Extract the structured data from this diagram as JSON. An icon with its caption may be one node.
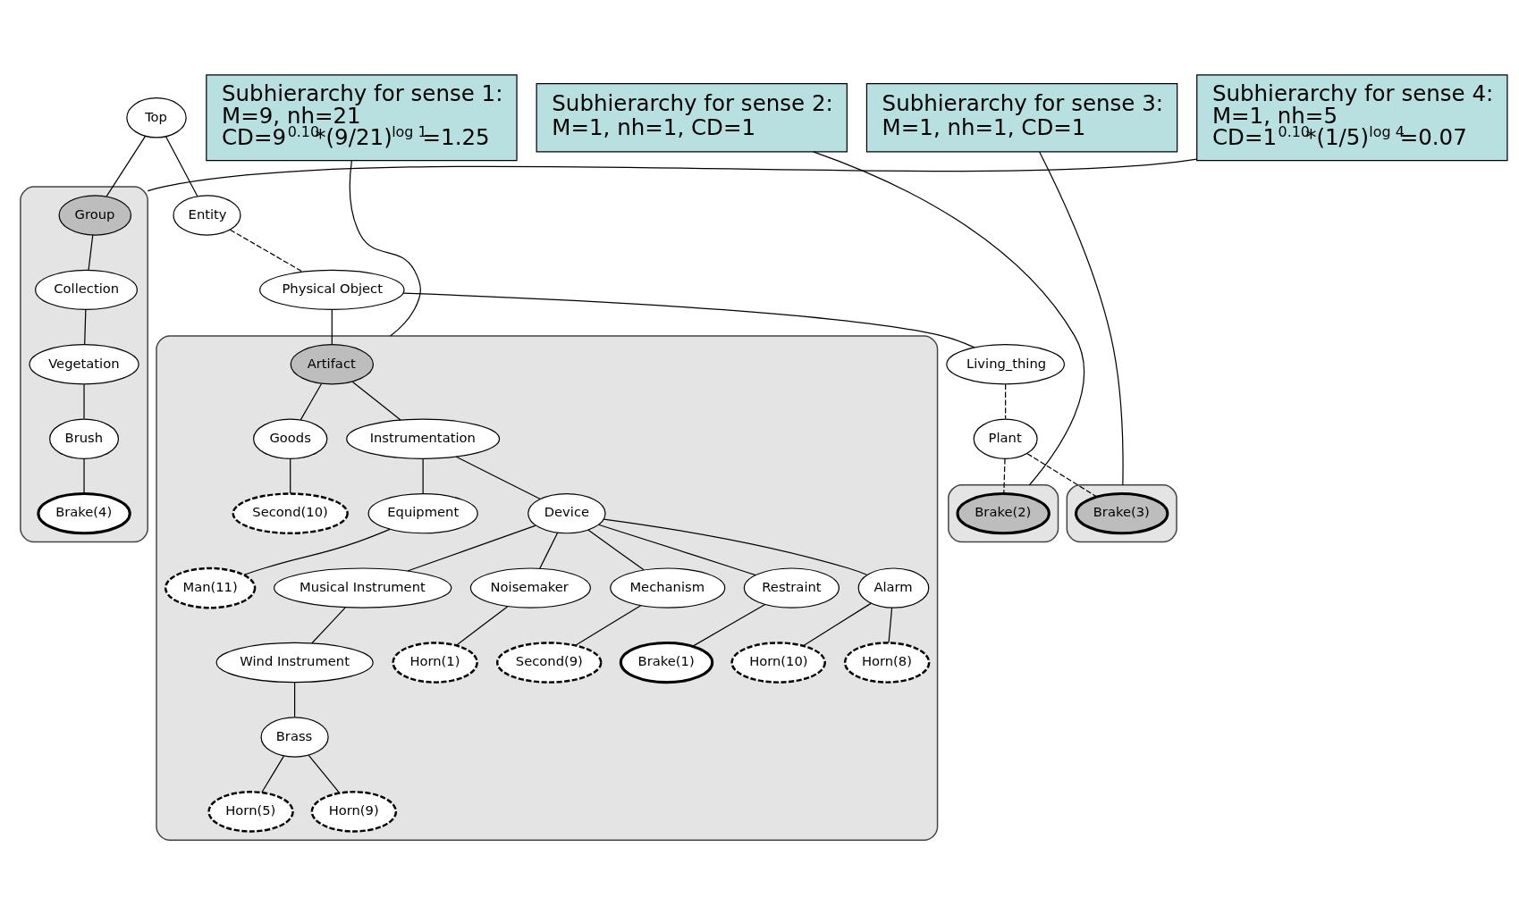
{
  "diagram": {
    "nodes": [
      {
        "text": [
          "Top"
        ]
      },
      {
        "text": [
          "Entity"
        ]
      },
      {
        "text": [],
        "shape": "cloud"
      },
      {
        "text": [
          "Group"
        ],
        "in": 2
      },
      {
        "text": [
          "Collection"
        ],
        "in": 2
      },
      {
        "text": [
          "Physical Object"
        ]
      },
      {
        "text": [
          "Vegetation"
        ],
        "in": 2
      },
      {
        "text": [
          "Subhierarchy for sense 4:",
          "M=1, nh=5",
          "CD=1$^{0.10}$*(1/5)$^{log 4}$=0.07"
        ]
      },
      {
        "text": [],
        "shape": "cloud"
      },
      {
        "text": [
          "Artifact"
        ],
        "in": 8
      },
      {
        "text": [
          "Living_thing"
        ]
      },
      {
        "text": [
          "Brush"
        ],
        "in": 2
      },
      {
        "text": [
          "Plant"
        ]
      },
      {
        "text": [
          "Goods"
        ],
        "in": 8
      },
      {
        "text": [
          "Brake(4)"
        ],
        "in": 2
      },
      {
        "text": [
          "Instrumentation"
        ],
        "in": 8
      },
      {
        "text": [],
        "shape": "cloud"
      },
      {
        "text": [
          "Brake(2)"
        ],
        "in": 16
      },
      {
        "text": [],
        "shape": "cloud"
      },
      {
        "text": [
          "Brake(3)"
        ],
        "in": 18
      },
      {
        "text": [
          "Subhierarchy for sense 3:",
          "M=1, nh=1, CD=1"
        ]
      },
      {
        "text": [
          "Equipment"
        ],
        "in": 8
      },
      {
        "text": [
          "Device"
        ],
        "in": 8
      },
      {
        "text": [
          "Second(10)"
        ],
        "in": 8
      },
      {
        "text": [
          "Man(11)"
        ],
        "in": 8
      },
      {
        "text": [
          "Musical Instrument"
        ],
        "in": 8
      },
      {
        "text": [
          "Noisemaker"
        ],
        "in": 8
      },
      {
        "text": [
          "Mechanism"
        ],
        "in": 8
      },
      {
        "text": [
          "Subhierarchy for sense 2:",
          "M=1, nh=1, CD=1"
        ]
      },
      {
        "text": [
          "Restraint"
        ],
        "in": 8
      },
      {
        "text": [
          "Alarm"
        ],
        "in": 8
      },
      {
        "text": [
          "Wind Instrument"
        ],
        "in": 8
      },
      {
        "text": [
          "Second(9)"
        ],
        "in": 8
      },
      {
        "text": [
          "Brake(1)"
        ],
        "in": 8
      },
      {
        "text": [
          "Horn(1)"
        ],
        "in": 8
      },
      {
        "text": [
          "Horn(10)"
        ],
        "in": 8
      },
      {
        "text": [
          "Subhierarchy for sense 1:",
          "M=9, nh=21",
          "CD=9$^{0.10}$*(9/21)$^{log 1}$=1.25"
        ]
      },
      {
        "text": [
          "Horn(8)"
        ],
        "in": 8
      },
      {
        "text": [
          "Brass"
        ],
        "in": 8
      },
      {
        "text": [
          "Horn(5)"
        ],
        "in": 8
      },
      {
        "text": [
          "Horn(9)"
        ],
        "in": 8
      }
    ],
    "edges": [
      {
        "from": 0,
        "to": 1,
        "arrow": "none"
      },
      {
        "from": 0,
        "to": 3,
        "arrow": "none"
      },
      {
        "from": 1,
        "to": 5,
        "arrow": "none",
        "style": "dashed"
      },
      {
        "from": 3,
        "to": 4,
        "arrow": "none"
      },
      {
        "from": 4,
        "to": 6,
        "arrow": "none"
      },
      {
        "from": 6,
        "to": 11,
        "arrow": "none"
      },
      {
        "from": 11,
        "to": 14,
        "arrow": "none"
      },
      {
        "from": 5,
        "to": 9,
        "arrow": "none"
      },
      {
        "from": 5,
        "to": 10,
        "arrow": "none"
      },
      {
        "from": 10,
        "to": 12,
        "arrow": "none",
        "style": "dashed"
      },
      {
        "from": 12,
        "to": 17,
        "arrow": "none",
        "style": "dashed"
      },
      {
        "from": 12,
        "to": 19,
        "arrow": "none",
        "style": "dashed"
      },
      {
        "from": 9,
        "to": 15,
        "arrow": "none"
      },
      {
        "from": 9,
        "to": 13,
        "arrow": "none"
      },
      {
        "from": 13,
        "to": 23,
        "arrow": "none"
      },
      {
        "from": 15,
        "to": 21,
        "arrow": "none"
      },
      {
        "from": 15,
        "to": 22,
        "arrow": "none"
      },
      {
        "from": 21,
        "to": 24,
        "arrow": "none"
      },
      {
        "from": 22,
        "to": 29,
        "arrow": "none"
      },
      {
        "from": 22,
        "to": 27,
        "arrow": "none"
      },
      {
        "from": 22,
        "to": 30,
        "arrow": "none"
      },
      {
        "from": 22,
        "to": 25,
        "arrow": "none"
      },
      {
        "from": 22,
        "to": 26,
        "arrow": "none"
      },
      {
        "from": 29,
        "to": 33,
        "arrow": "none"
      },
      {
        "from": 27,
        "to": 32,
        "arrow": "none"
      },
      {
        "from": 30,
        "to": 37,
        "arrow": "none"
      },
      {
        "from": 30,
        "to": 35,
        "arrow": "none"
      },
      {
        "from": 25,
        "to": 31,
        "arrow": "none"
      },
      {
        "from": 31,
        "to": 38,
        "arrow": "none"
      },
      {
        "from": 38,
        "to": 39,
        "arrow": "none"
      },
      {
        "from": 38,
        "to": 40,
        "arrow": "none"
      },
      {
        "from": 26,
        "to": 34,
        "arrow": "none"
      },
      {
        "from": 7,
        "to": 2,
        "arrow": "none"
      },
      {
        "from": 20,
        "to": 18,
        "arrow": "none"
      },
      {
        "from": 28,
        "to": 16,
        "arrow": "none"
      },
      {
        "from": 36,
        "to": 8,
        "arrow": "none"
      }
    ]
  }
}
